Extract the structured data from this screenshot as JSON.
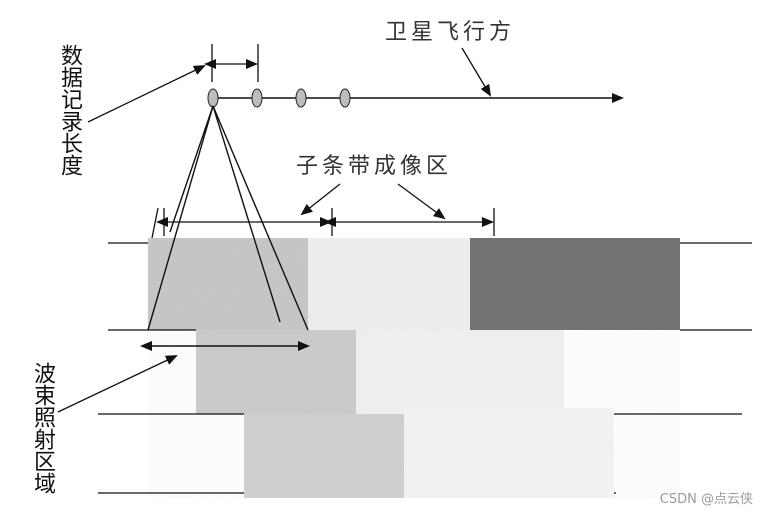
{
  "labels": {
    "flight_direction": "卫星飞行方",
    "data_record_length": "数据记录长度",
    "subswath_imaging_area": "子条带成像区",
    "beam_illumination_area": "波束照射区域"
  },
  "watermark": "CSDN @点云侠",
  "colors": {
    "line": "#111111",
    "background": "#ffffff",
    "sat_dot_fill": "#b8b8b8",
    "patch_mid_gray": "#c4c4c4",
    "patch_light_gray": "#ececec",
    "patch_lighter_gray": "#f3f3f3",
    "patch_dark_gray": "#6e6e6e",
    "patch_step_gray": "#cdcdcd"
  }
}
